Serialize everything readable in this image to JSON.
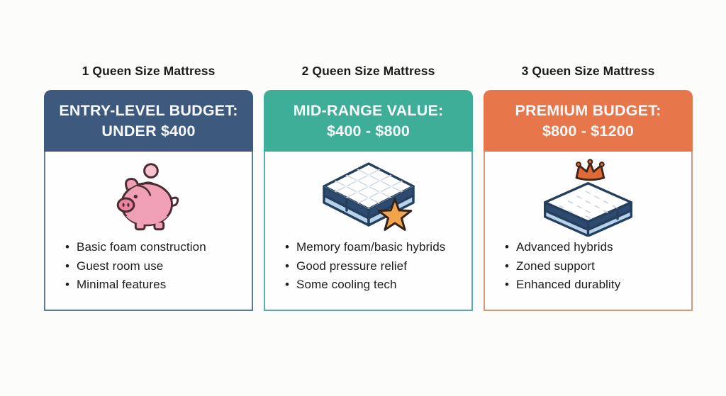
{
  "page": {
    "background_color": "#fcfcfa",
    "title_text_color": "#1b1b1b",
    "bullet_text_color": "#1d1d1d"
  },
  "columns": [
    {
      "number_label": "1 Queen Size Mattress",
      "header_line1": "ENTRY-LEVEL BUDGET:",
      "header_line2": "UNDER $400",
      "header_color": "#3d5a7e",
      "border_color": "#5e7d95",
      "icon": "piggy-bank-icon",
      "bullets": [
        "Basic foam construction",
        "Guest room use",
        "Minimal features"
      ]
    },
    {
      "number_label": "2 Queen Size Mattress",
      "header_line1": "MID-RANGE VALUE:",
      "header_line2": "$400 - $800",
      "header_color": "#3fae99",
      "border_color": "#56b1a4",
      "icon": "mattress-star-icon",
      "bullets": [
        "Memory foam/basic hybrids",
        "Good pressure relief",
        "Some cooling tech"
      ]
    },
    {
      "number_label": "3 Queen Size Mattress",
      "header_line1": "PREMIUM BUDGET:",
      "header_line2": "$800 - $1200",
      "header_color": "#e7764a",
      "border_color": "#d59a7b",
      "icon": "mattress-crown-icon",
      "bullets": [
        "Advanced hybrids",
        "Zoned support",
        "Enhanced durablity"
      ]
    }
  ]
}
